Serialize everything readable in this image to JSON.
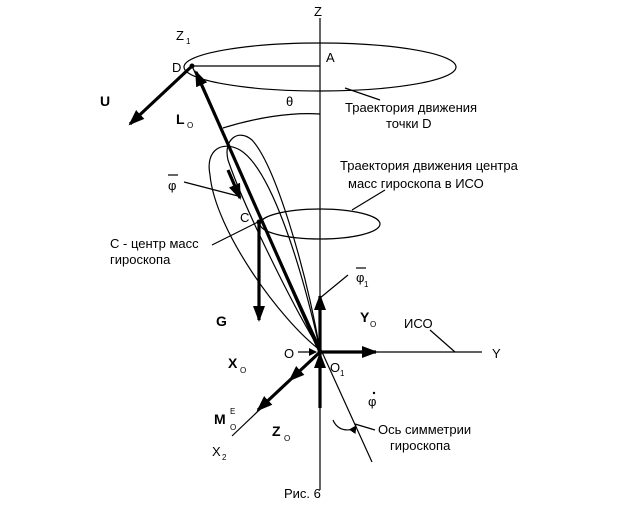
{
  "labels": {
    "z_axis": "Z",
    "z1": "Z",
    "z1_sub": "1",
    "point_a": "A",
    "point_d": "D",
    "u_vec": "U",
    "l_vec": "L",
    "l_sub": "O",
    "theta": "θ",
    "traj_d_line1": "Траектория движения",
    "traj_d_line2": "точки D",
    "traj_c_line1": "Траектория движения центра",
    "traj_c_line2": "масс гироскопа в ИСО",
    "phi": "φ",
    "point_c": "C",
    "c_desc_line1": "C - центр масс",
    "c_desc_line2": "гироскопа",
    "phi1": "φ",
    "phi1_sub": "1",
    "g_vec": "G",
    "y_o": "Y",
    "y_o_sub": "O",
    "iso": "ИСО",
    "y_axis": "Y",
    "point_o": "O",
    "o1": "O",
    "o1_sub": "1",
    "x_o": "X",
    "x_o_sub": "O",
    "phi_dot": "φ",
    "m_o": "M",
    "m_o_sup": "E",
    "m_o_sub": "O",
    "z_o": "Z",
    "z_o_sub": "O",
    "sym_axis_line1": "Ось симметрии",
    "sym_axis_line2": "гироскопа",
    "x2": "X",
    "x2_sub": "2",
    "caption": "Рис. 6"
  }
}
